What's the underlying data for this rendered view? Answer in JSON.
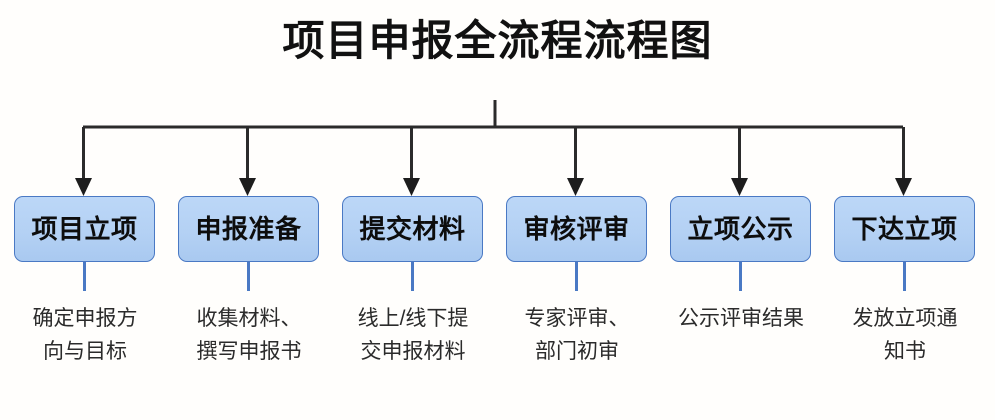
{
  "title": "项目申报全流程流程图",
  "colors": {
    "background": "#fffefc",
    "box_fill": "#b4d1f4",
    "box_border": "#4a79c4",
    "box_text": "#0d0d0d",
    "connector_dark": "#2b2b2b",
    "connector_blue": "#4a79c4",
    "caption_text": "#2b2b2b",
    "title_text": "#111111"
  },
  "diagram": {
    "type": "flowchart",
    "orientation": "horizontal-bus",
    "root_connector": "vertical stub from title down to horizontal bus",
    "stage_count": 6,
    "stages": [
      {
        "id": "stage-1",
        "label": "项目立项",
        "caption_lines": [
          "确定申报方",
          "向与目标"
        ],
        "caption": "确定申报方向与目标"
      },
      {
        "id": "stage-2",
        "label": "申报准备",
        "caption_lines": [
          "收集材料、",
          "撰写申报书"
        ],
        "caption": "收集材料、撰写申报书"
      },
      {
        "id": "stage-3",
        "label": "提交材料",
        "caption_lines": [
          "线上/线下提",
          "交申报材料"
        ],
        "caption": "线上/线下提交申报材料"
      },
      {
        "id": "stage-4",
        "label": "审核评审",
        "caption_lines": [
          "专家评审、",
          "部门初审"
        ],
        "caption": "专家评审、部门初审"
      },
      {
        "id": "stage-5",
        "label": "立项公示",
        "caption_lines": [
          "公示评审结果"
        ],
        "caption": "公示评审结果"
      },
      {
        "id": "stage-6",
        "label": "下达立项",
        "caption_lines": [
          "发放立项通",
          "知书"
        ],
        "caption": "发放立项通知书"
      }
    ]
  }
}
